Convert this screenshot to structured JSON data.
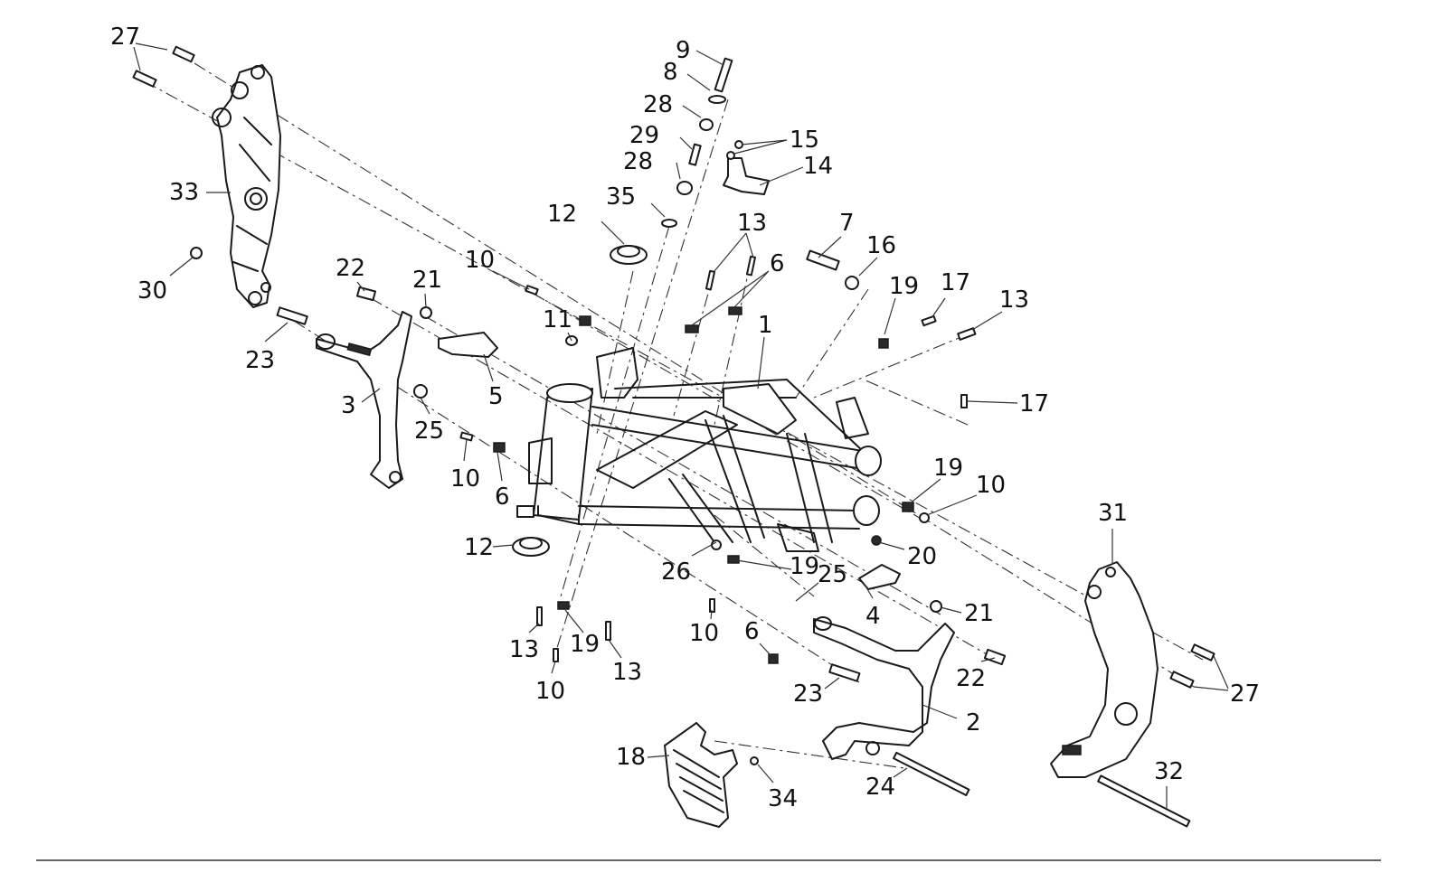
{
  "diagram": {
    "callouts": [
      "27",
      "9",
      "8",
      "28",
      "29",
      "28",
      "15",
      "14",
      "35",
      "12",
      "13",
      "7",
      "16",
      "33",
      "6",
      "19",
      "17",
      "13",
      "10",
      "1",
      "22",
      "21",
      "11",
      "30",
      "23",
      "5",
      "3",
      "25",
      "17",
      "10",
      "6",
      "19",
      "10",
      "12",
      "31",
      "26",
      "19",
      "25",
      "20",
      "4",
      "21",
      "10",
      "6",
      "13",
      "19",
      "10",
      "13",
      "22",
      "23",
      "27",
      "2",
      "18",
      "34",
      "24",
      "32"
    ]
  },
  "icons": {
    "frame": "motorcycle-frame-icon",
    "left_plate": "left-footrest-plate-icon",
    "right_plate": "right-footrest-plate-icon",
    "grille": "radiator-grille-icon"
  }
}
